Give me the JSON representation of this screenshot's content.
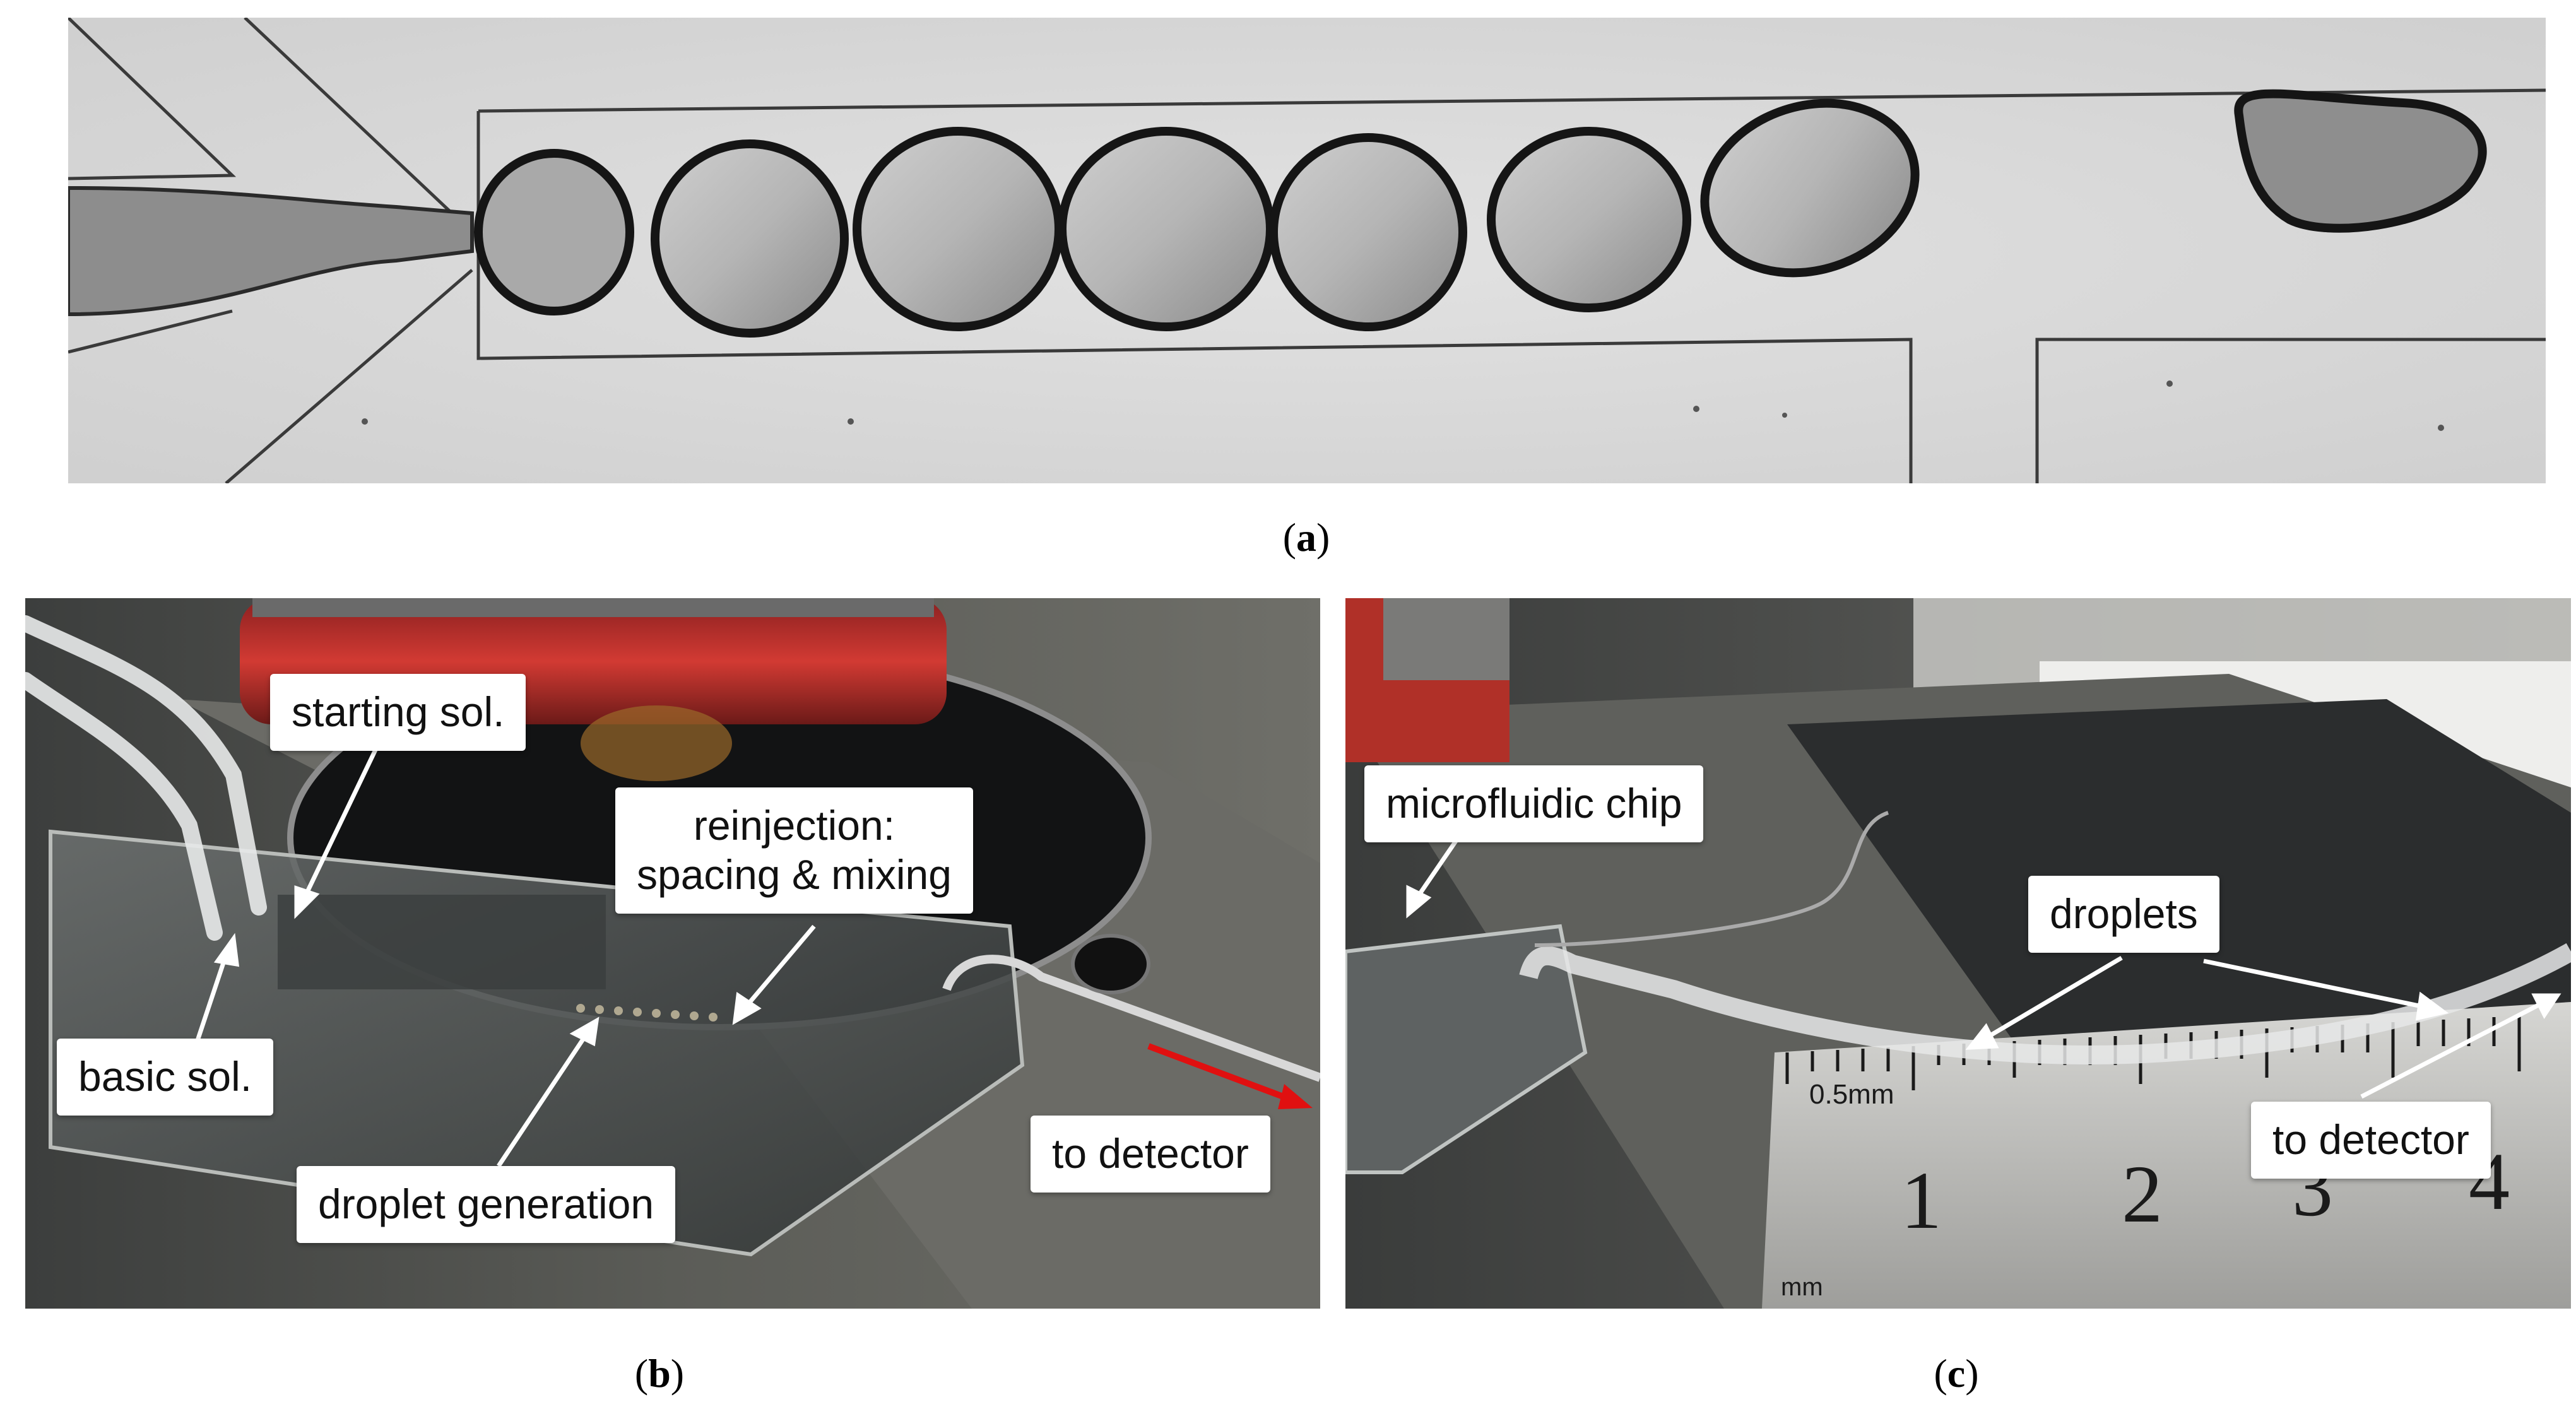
{
  "figure": {
    "panels": [
      {
        "id": "a",
        "caption": "a"
      },
      {
        "id": "b",
        "caption": "b"
      },
      {
        "id": "c",
        "caption": "c"
      }
    ]
  },
  "panel_b": {
    "labels": {
      "starting": "starting sol.",
      "reinjection_line1": "reinjection:",
      "reinjection_line2": "spacing & mixing",
      "basic": "basic sol.",
      "droplet_generation": "droplet generation",
      "to_detector": "to detector"
    },
    "arrow_color": "#e01010"
  },
  "panel_c": {
    "labels": {
      "chip": "microfluidic chip",
      "droplets": "droplets",
      "to_detector": "to detector"
    },
    "ruler": {
      "scale_text": "0.5mm",
      "unit_text": "mm",
      "numbers": [
        "1",
        "2",
        "3",
        "4"
      ]
    }
  }
}
